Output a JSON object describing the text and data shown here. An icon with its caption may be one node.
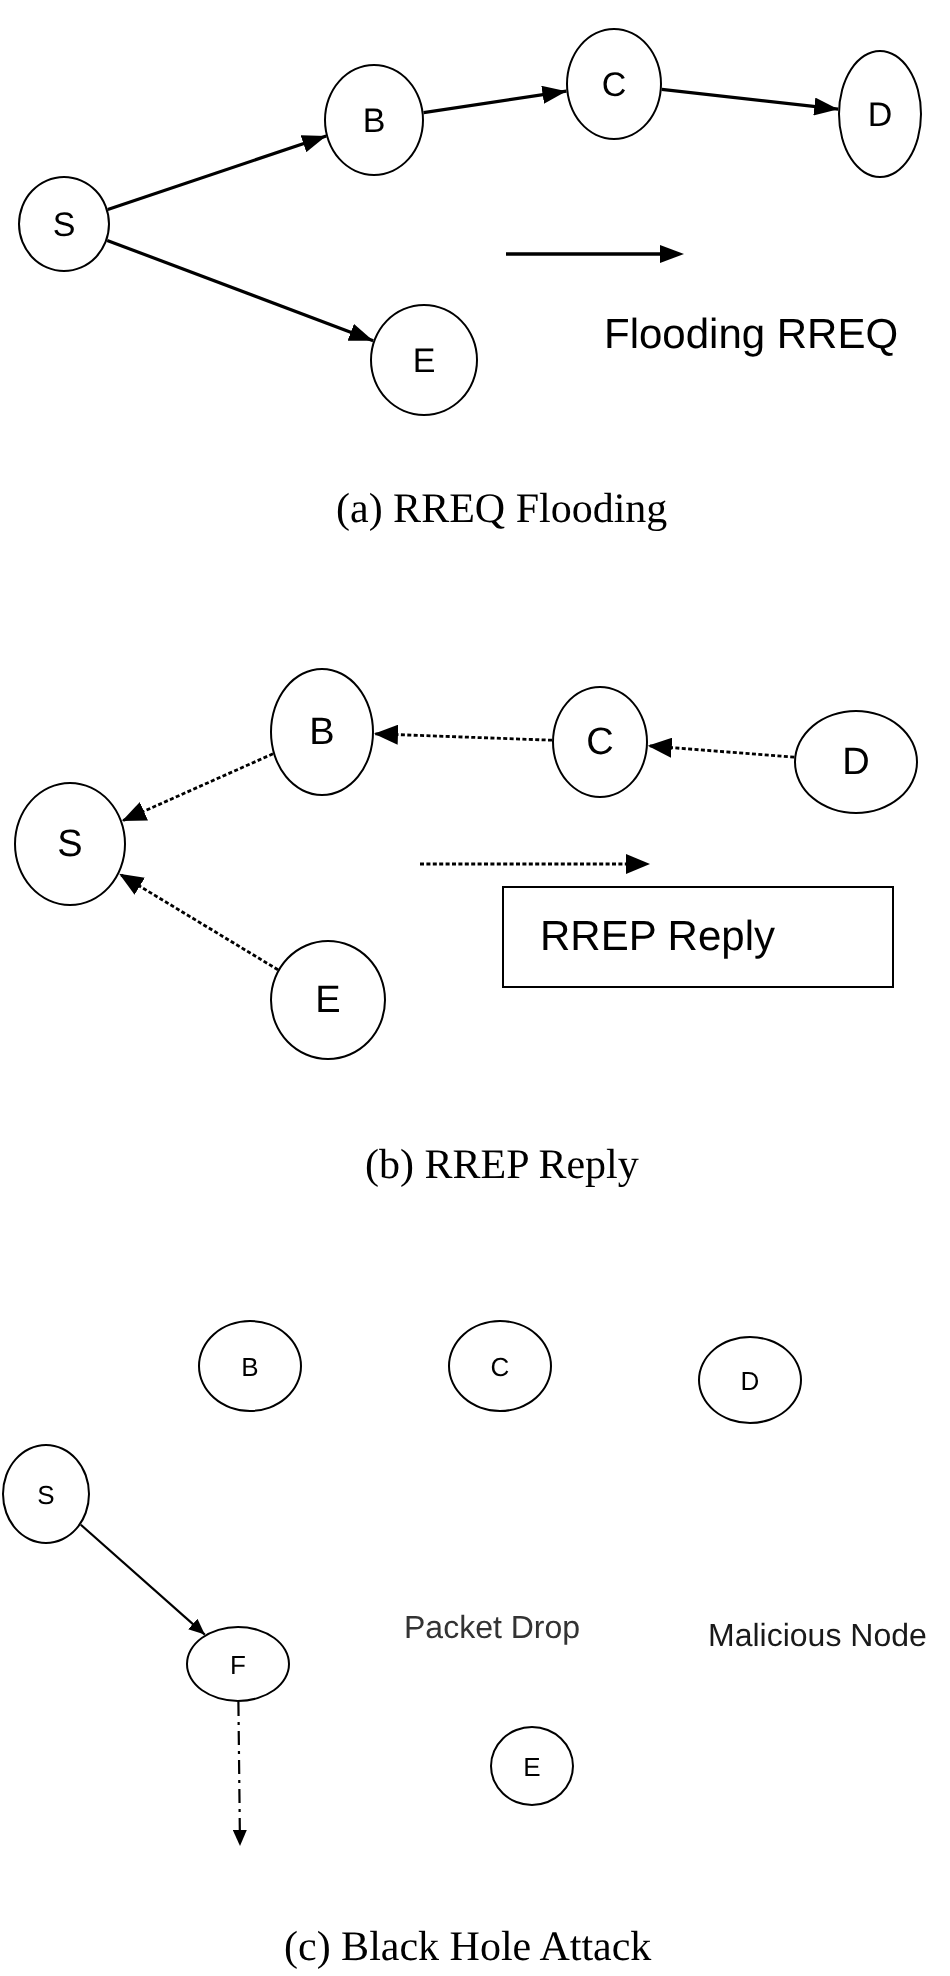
{
  "diagram": {
    "nodes": [
      {
        "text": [
          "S"
        ]
      },
      {
        "text": [
          "B"
        ]
      },
      {
        "text": [
          "C"
        ]
      },
      {
        "text": [
          "D"
        ]
      },
      {
        "text": [
          "E"
        ]
      },
      {
        "text": [
          "B"
        ]
      },
      {
        "text": [
          "C"
        ]
      },
      {
        "text": [
          "D"
        ]
      },
      {
        "text": [
          "S"
        ]
      },
      {
        "text": [
          "RREP Reply"
        ]
      },
      {
        "text": [
          "E"
        ]
      },
      {
        "text": [
          "B"
        ]
      },
      {
        "text": [
          "C"
        ]
      },
      {
        "text": [
          "D"
        ]
      },
      {
        "text": [
          "S"
        ]
      },
      {
        "text": [
          "F"
        ]
      },
      {
        "text": [
          "E"
        ]
      }
    ],
    "edges": [
      {
        "from": 0,
        "to": 1,
        "arrow": "to"
      },
      {
        "from": 1,
        "to": 2,
        "arrow": "to"
      },
      {
        "from": 2,
        "to": 3,
        "arrow": "to"
      },
      {
        "from": 0,
        "to": 4,
        "arrow": "to"
      },
      {
        "from": 7,
        "to": 6,
        "arrow": "to",
        "style": "dashed"
      },
      {
        "from": 6,
        "to": 5,
        "arrow": "to",
        "style": "dashed"
      },
      {
        "from": 5,
        "to": 8,
        "arrow": "to",
        "style": "dashed"
      },
      {
        "from": 10,
        "to": 8,
        "arrow": "to",
        "style": "dashed"
      },
      {
        "from": 14,
        "to": 15,
        "arrow": "to"
      },
      {
        "from": 15,
        "to": null,
        "arrow": "to",
        "style": "dashed"
      }
    ],
    "labels": [
      "Flooding RREQ",
      "(a) RREQ Flooding",
      "(b) RREP Reply",
      "Packet Drop",
      "Malicious Node",
      "(c) Black Hole Attack"
    ]
  }
}
